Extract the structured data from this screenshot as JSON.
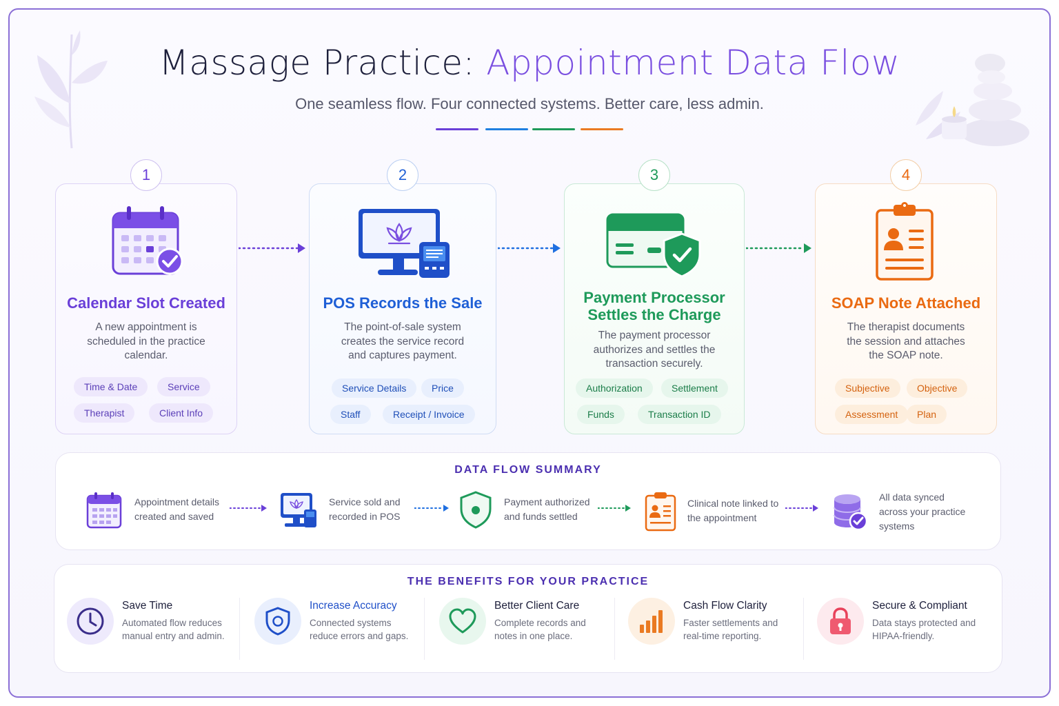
{
  "header": {
    "title_main": "Massage Practice: ",
    "title_accent": "Appointment Data Flow",
    "subtitle": "One seamless flow. Four connected systems. Better care, less admin."
  },
  "steps": [
    {
      "number": "1",
      "title": "Calendar Slot Created",
      "description": "A new appointment is scheduled in the practice calendar.",
      "chips": [
        "Time & Date",
        "Service",
        "Therapist",
        "Client Info"
      ],
      "color": "#6a3fd8",
      "icon": "calendar-check-icon"
    },
    {
      "number": "2",
      "title": "POS Records the Sale",
      "description": "The point-of-sale system creates the service record and captures payment.",
      "chips": [
        "Service Details",
        "Price",
        "Staff",
        "Receipt / Invoice"
      ],
      "color": "#1f5fd6",
      "icon": "pos-terminal-icon"
    },
    {
      "number": "3",
      "title_line1": "Payment Processor",
      "title_line2": "Settles the Charge",
      "description": "The payment processor authorizes and settles the transaction securely.",
      "chips": [
        "Authorization",
        "Settlement",
        "Funds",
        "Transaction ID"
      ],
      "color": "#1e9a5a",
      "icon": "card-shield-icon"
    },
    {
      "number": "4",
      "title": "SOAP Note Attached",
      "description": "The therapist documents the session and attaches the SOAP note.",
      "chips": [
        "Subjective",
        "Objective",
        "Assessment",
        "Plan"
      ],
      "color": "#ea6a12",
      "icon": "clipboard-note-icon"
    }
  ],
  "summary": {
    "title": "DATA FLOW SUMMARY",
    "items": [
      {
        "text": "Appointment details created and saved",
        "icon": "calendar-icon"
      },
      {
        "text": "Service sold and recorded in POS",
        "icon": "pos-icon"
      },
      {
        "text": "Payment authorized and funds settled",
        "icon": "shield-icon"
      },
      {
        "text": "Clinical note linked to the appointment",
        "icon": "clipboard-icon"
      },
      {
        "text": "All data synced across your practice systems",
        "icon": "database-check-icon"
      }
    ]
  },
  "benefits": {
    "title": "THE BENEFITS FOR YOUR PRACTICE",
    "items": [
      {
        "title": "Save Time",
        "desc": "Automated flow reduces manual entry and admin.",
        "icon": "clock-icon"
      },
      {
        "title": "Increase Accuracy",
        "desc": "Connected systems reduce errors and gaps.",
        "icon": "shield-target-icon"
      },
      {
        "title": "Better Client Care",
        "desc": "Complete records and notes in one place.",
        "icon": "heart-icon"
      },
      {
        "title": "Cash Flow Clarity",
        "desc": "Faster settlements and real-time reporting.",
        "icon": "bar-chart-icon"
      },
      {
        "title": "Secure & Compliant",
        "desc": "Data stays protected and HIPAA-friendly.",
        "icon": "lock-icon"
      }
    ]
  },
  "colors": {
    "purple": "#6a3fd8",
    "blue": "#1f5fd6",
    "green": "#1e9a5a",
    "orange": "#ea6a12",
    "frame": "#8b6fd6"
  }
}
